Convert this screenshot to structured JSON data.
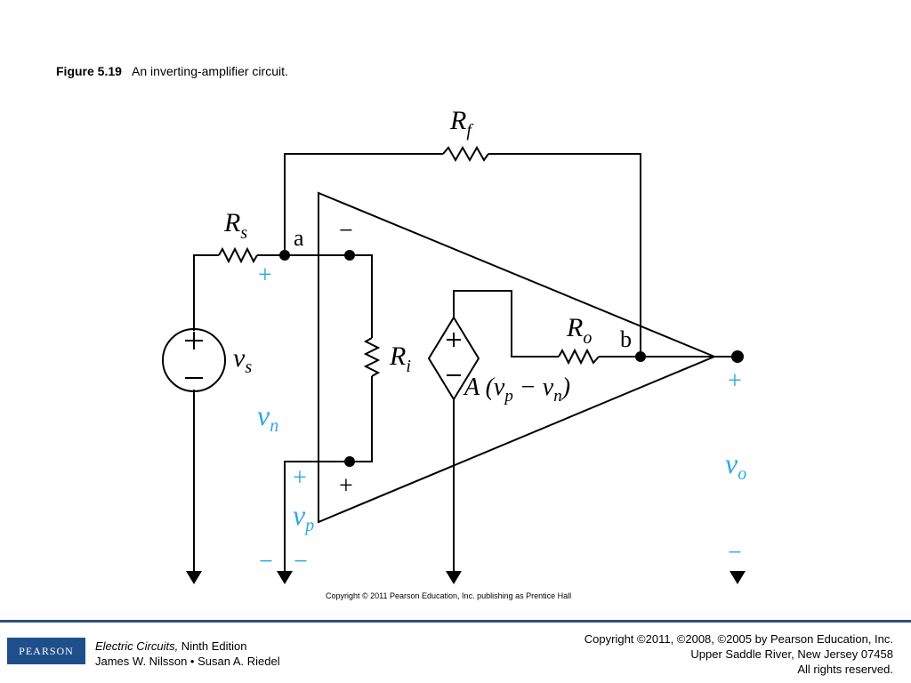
{
  "caption": {
    "figure": "Figure 5.19",
    "text": "An inverting-amplifier circuit."
  },
  "diagram": {
    "labels": {
      "rf": "R",
      "rf_sub": "f",
      "rs": "R",
      "rs_sub": "s",
      "ri": "R",
      "ri_sub": "i",
      "ro": "R",
      "ro_sub": "o",
      "node_a": "a",
      "node_b": "b",
      "vs": "v",
      "vs_sub": "s",
      "vn": "v",
      "vn_sub": "n",
      "vp": "v",
      "vp_sub": "p",
      "vo": "v",
      "vo_sub": "o",
      "gain_expr_a": "A (v",
      "gain_expr_p": "p",
      "gain_expr_mid": " − v",
      "gain_expr_n": "n",
      "gain_expr_end": ")",
      "plus": "+",
      "minus": "−"
    },
    "credit": "Copyright © 2011 Pearson Education, Inc. publishing as Prentice Hall",
    "colors": {
      "line": "#000000",
      "accent": "#29a8e0"
    }
  },
  "footer": {
    "logo": "PEARSON",
    "book_title": "Electric Circuits,",
    "book_edition": " Ninth Edition",
    "authors": "James W. Nilsson • Susan A. Riedel",
    "copyright": "Copyright ©2011, ©2008, ©2005 by Pearson Education, Inc.",
    "address": "Upper Saddle River, New Jersey 07458",
    "rights": "All rights reserved."
  }
}
